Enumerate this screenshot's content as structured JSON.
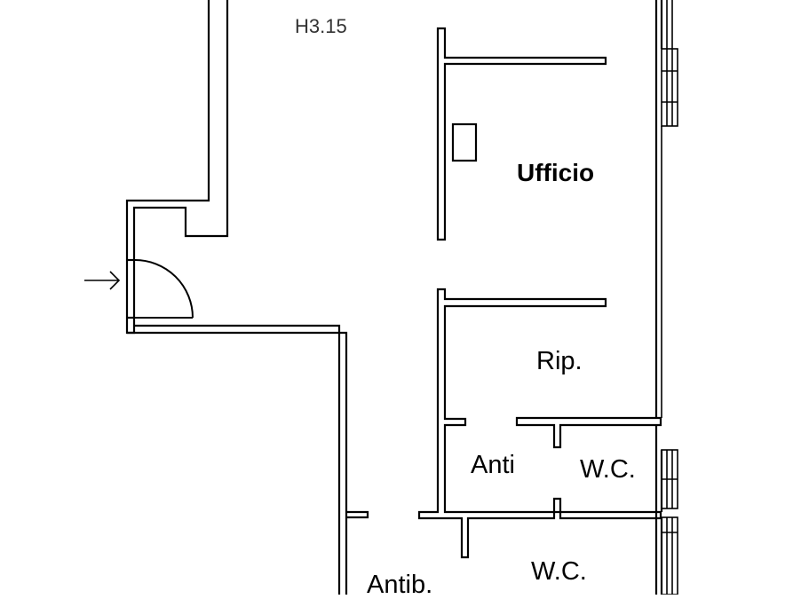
{
  "plan": {
    "height_note": "H3.15",
    "rooms": {
      "office": "Ufficio",
      "storage": "Rip.",
      "anteroom": "Anti",
      "wc_upper": "W.C.",
      "wc_lower": "W.C.",
      "antibath": "Antib."
    },
    "colors": {
      "wall": "#000000",
      "background": "#ffffff"
    },
    "icons": {
      "entrance": "entrance-arrow-icon"
    }
  }
}
